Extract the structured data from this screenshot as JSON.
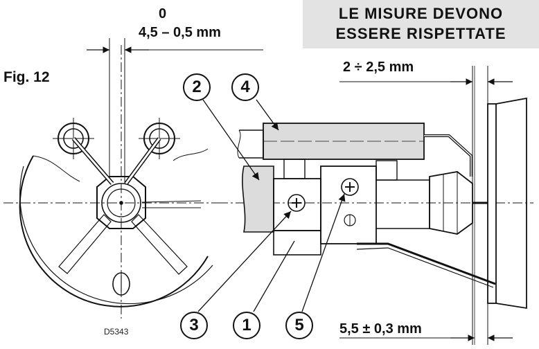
{
  "banner": {
    "line1": "LE MISURE DEVONO",
    "line2": "ESSERE RISPETTATE"
  },
  "figure_label": "Fig. 12",
  "dim_top": {
    "upper": "0",
    "lower": "4,5 – 0,5 mm"
  },
  "dim_right_top": "2 ÷ 2,5 mm",
  "dim_right_bottom": "5,5 ± 0,3 mm",
  "drawing_code": "D5343",
  "callouts": [
    "2",
    "4",
    "3",
    "1",
    "5"
  ]
}
